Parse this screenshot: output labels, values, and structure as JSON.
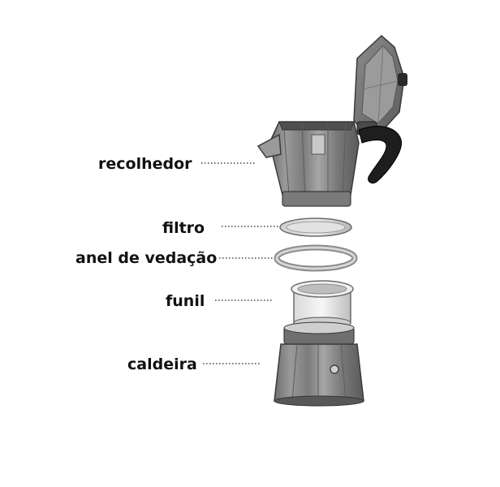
{
  "diagram": {
    "labels": {
      "collector": "recolhedor",
      "filter": "filtro",
      "gasket": "anel de vedação",
      "funnel": "funil",
      "boiler": "caldeira"
    }
  },
  "colors": {
    "body": "#8a8a8a",
    "body_dark": "#5a5a5a",
    "body_light": "#c4c4c4",
    "handle": "#1e1e1e",
    "leader": "#444444",
    "text": "#111111"
  }
}
